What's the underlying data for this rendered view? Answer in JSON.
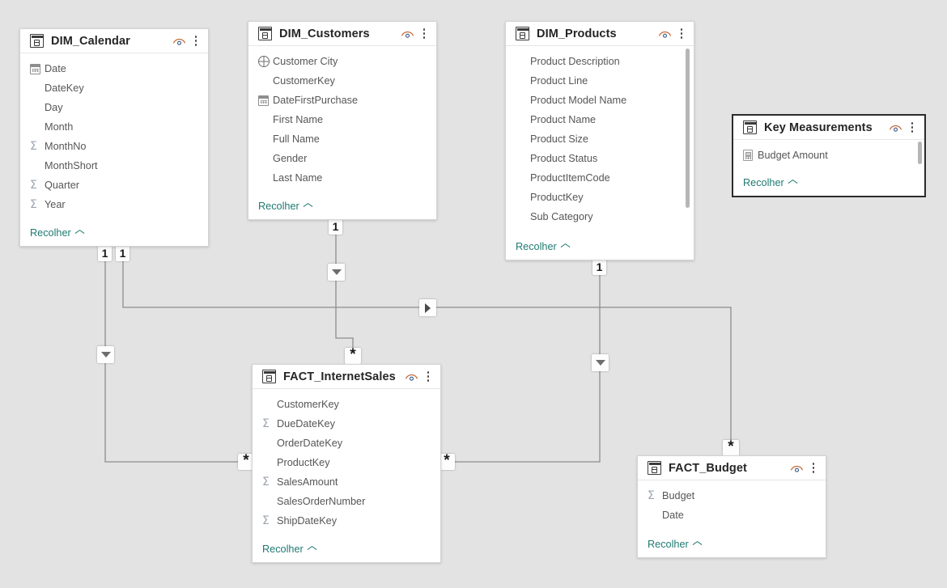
{
  "app": {
    "view": "power-bi-model-view",
    "canvas_background": "#e3e3e3",
    "collapse_label": "Recolher",
    "accent_link_color": "#1f7a72"
  },
  "tables": [
    {
      "id": "dim-calendar",
      "name": "DIM_Calendar",
      "selected": false,
      "has_scrollbar": false,
      "fields": [
        {
          "label": "Date",
          "icon": "calendar-icon"
        },
        {
          "label": "DateKey",
          "icon": "none"
        },
        {
          "label": "Day",
          "icon": "none"
        },
        {
          "label": "Month",
          "icon": "none"
        },
        {
          "label": "MonthNo",
          "icon": "sigma-icon"
        },
        {
          "label": "MonthShort",
          "icon": "none"
        },
        {
          "label": "Quarter",
          "icon": "sigma-icon"
        },
        {
          "label": "Year",
          "icon": "sigma-icon"
        }
      ]
    },
    {
      "id": "dim-customers",
      "name": "DIM_Customers",
      "selected": false,
      "has_scrollbar": false,
      "fields": [
        {
          "label": "Customer City",
          "icon": "globe-icon"
        },
        {
          "label": "CustomerKey",
          "icon": "none"
        },
        {
          "label": "DateFirstPurchase",
          "icon": "calendar-icon"
        },
        {
          "label": "First Name",
          "icon": "none"
        },
        {
          "label": "Full Name",
          "icon": "none"
        },
        {
          "label": "Gender",
          "icon": "none"
        },
        {
          "label": "Last Name",
          "icon": "none"
        }
      ]
    },
    {
      "id": "dim-products",
      "name": "DIM_Products",
      "selected": false,
      "has_scrollbar": true,
      "fields": [
        {
          "label": "Product Description",
          "icon": "none"
        },
        {
          "label": "Product Line",
          "icon": "none"
        },
        {
          "label": "Product Model Name",
          "icon": "none"
        },
        {
          "label": "Product Name",
          "icon": "none"
        },
        {
          "label": "Product Size",
          "icon": "none"
        },
        {
          "label": "Product Status",
          "icon": "none"
        },
        {
          "label": "ProductItemCode",
          "icon": "none"
        },
        {
          "label": "ProductKey",
          "icon": "none"
        },
        {
          "label": "Sub Category",
          "icon": "none"
        }
      ]
    },
    {
      "id": "key-measurements",
      "name": "Key Measurements",
      "selected": true,
      "has_scrollbar": true,
      "fields": [
        {
          "label": "Budget Amount",
          "icon": "calculator-icon"
        }
      ]
    },
    {
      "id": "fact-internetsales",
      "name": "FACT_InternetSales",
      "selected": false,
      "has_scrollbar": false,
      "fields": [
        {
          "label": "CustomerKey",
          "icon": "none"
        },
        {
          "label": "DueDateKey",
          "icon": "sigma-icon"
        },
        {
          "label": "OrderDateKey",
          "icon": "none"
        },
        {
          "label": "ProductKey",
          "icon": "none"
        },
        {
          "label": "SalesAmount",
          "icon": "sigma-icon"
        },
        {
          "label": "SalesOrderNumber",
          "icon": "none"
        },
        {
          "label": "ShipDateKey",
          "icon": "sigma-icon"
        }
      ]
    },
    {
      "id": "fact-budget",
      "name": "FACT_Budget",
      "selected": false,
      "has_scrollbar": false,
      "fields": [
        {
          "label": "Budget",
          "icon": "sigma-icon"
        },
        {
          "label": "Date",
          "icon": "none"
        }
      ]
    }
  ],
  "relationship_markers": [
    {
      "id": "m1",
      "symbol": "1",
      "kind": "one",
      "owner": "dim-calendar"
    },
    {
      "id": "m2",
      "symbol": "1",
      "kind": "one",
      "owner": "dim-calendar"
    },
    {
      "id": "m3",
      "symbol": "1",
      "kind": "one",
      "owner": "dim-customers"
    },
    {
      "id": "m4",
      "symbol": "1",
      "kind": "one",
      "owner": "dim-products"
    },
    {
      "id": "m5",
      "symbol": "*",
      "kind": "many",
      "owner": "fact-internetsales"
    },
    {
      "id": "m6",
      "symbol": "*",
      "kind": "many",
      "owner": "fact-internetsales"
    },
    {
      "id": "m7",
      "symbol": "*",
      "kind": "many",
      "owner": "fact-internetsales"
    },
    {
      "id": "m8",
      "symbol": "*",
      "kind": "many",
      "owner": "fact-budget"
    }
  ]
}
